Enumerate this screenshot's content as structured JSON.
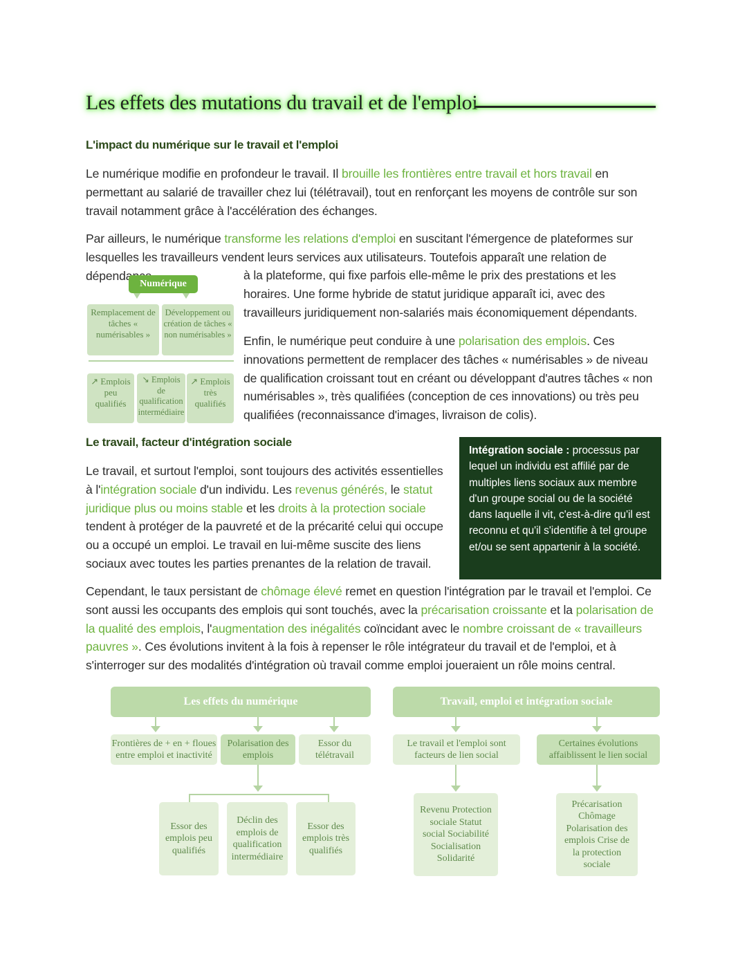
{
  "title": "Les effets des mutations du travail et de l'emploi",
  "section1": {
    "heading": "L'impact du numérique sur le travail et l'emploi",
    "p1": {
      "a": "Le numérique modifie en profondeur le travail. Il ",
      "b": "brouille les frontières entre travail et hors travail",
      "c": " en permettant au salarié de travailler chez lui (télétravail), tout en renforçant les moyens de contrôle sur son travail notamment grâce à l'accélération des échanges."
    },
    "p2": {
      "a": "Par ailleurs, le numérique ",
      "b": "transforme les relations d'emploi",
      "c": " en suscitant l'émergence de plateformes sur lesquelles les travailleurs vendent leurs services aux utilisateurs. Toutefois apparaît une relation de dépendance",
      "d": "à la plateforme, qui fixe parfois elle-même le prix des prestations et les horaires. Une forme hybride de statut juridique apparaît ici, avec des travailleurs juridiquement non-salariés mais économiquement dépendants."
    },
    "p3": {
      "a": "Enfin, le numérique peut conduire à une ",
      "b": "polarisation des emplois",
      "c": ". Ces innovations permettent de remplacer des tâches « numérisables » de niveau de qualification croissant tout en créant ou développant d'autres tâches « non numérisables », très qualifiées (conception de ces innovations) ou très peu qualifiées (reconnaissance d'images, livraison de colis)."
    },
    "diagram": {
      "head": "Numérique",
      "left": "Remplacement de tâches « numérisables »",
      "right": "Développement ou création de tâches « non numérisables »",
      "b1": "↗ Emplois peu qualifiés",
      "b2": "↘ Emplois de qualification intermédiaire",
      "b3": "↗ Emplois très qualifiés"
    }
  },
  "section2": {
    "heading": "Le travail, facteur d'intégration sociale",
    "p1": {
      "a": "Le travail, et surtout l'emploi, sont toujours des activités essentielles à l'",
      "b": "intégration sociale",
      "c": " d'un individu. Les ",
      "d": "revenus générés,",
      "e": " le ",
      "f": "statut juridique plus ou moins stable",
      "g": " et les ",
      "h": "droits à la protection sociale",
      "i": " tendent à protéger de la pauvreté et de la précarité celui qui occupe ou a occupé un emploi. Le travail en lui-même suscite des liens sociaux avec toutes les parties prenantes de la relation de travail."
    },
    "definition": {
      "term": "Intégration sociale :",
      "text": " processus par lequel un individu est affilié par de multiples liens sociaux aux membre d'un groupe social ou de la société dans laquelle il vit, c'est-à-dire qu'il est reconnu et qu'il s'identifie à tel groupe et/ou se sent appartenir à la société."
    },
    "p2": {
      "a": "Cependant, le taux persistant de ",
      "b": "chômage élevé",
      "c": " remet en question l'intégration par le travail et l'emploi. Ce sont aussi les occupants des emplois qui sont touchés, avec la ",
      "d": "précarisation croissante",
      "e": " et la ",
      "f": "polarisation de la qualité des emplois",
      "g": ", l'",
      "h": "augmentation des inégalités",
      "i": " coïncidant avec le ",
      "j": "nombre croissant de « travailleurs pauvres »",
      "k": ". Ces évolutions invitent à la fois à repenser le rôle intégrateur du travail et de l'emploi, et à s'interroger sur des modalités d'intégration où travail comme emploi joueraient un rôle moins central."
    }
  },
  "bottom_diagram": {
    "left_head": "Les effets du numérique",
    "right_head": "Travail, emploi et intégration sociale",
    "l1": "Frontières de + en + floues entre emploi et inactivité",
    "l2": "Polarisation des emplois",
    "l3": "Essor du télétravail",
    "l4": "Essor des emplois peu qualifiés",
    "l5": "Déclin des emplois de qualification intermédiaire",
    "l6": "Essor des emplois très qualifiés",
    "r1": "Le travail et l'emploi sont facteurs de lien social",
    "r2": "Certaines évolutions affaiblissent le lien social",
    "r3": "Revenu Protection sociale Statut social Sociabilité Socialisation Solidarité",
    "r4": "Précarisation Chômage Polarisation des emplois Crise de la protection sociale"
  }
}
